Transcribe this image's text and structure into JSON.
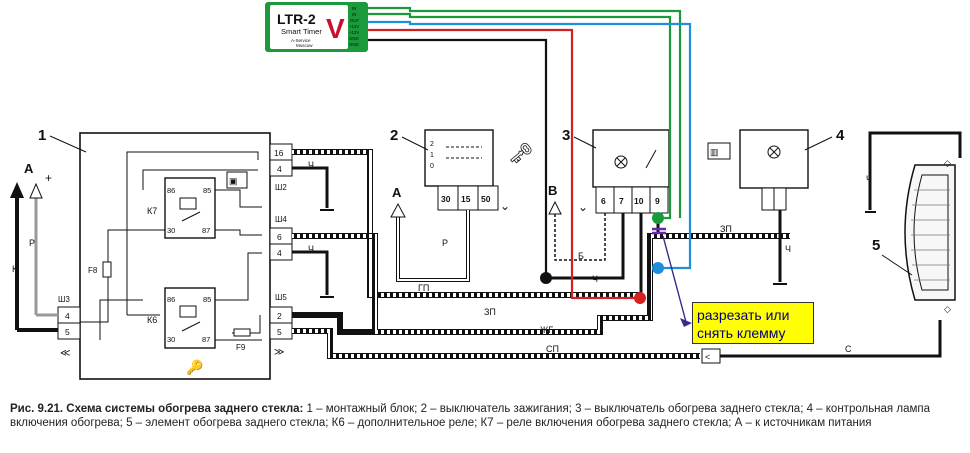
{
  "device": {
    "model": "LTR-2",
    "subtitle": "Smart Timer",
    "maker_line1": "A-Service",
    "maker_line2": "Moscow",
    "logo_letter": "V",
    "pins": [
      "IN",
      "IN",
      "OUT",
      "+12V",
      "+12V",
      "GND",
      "GND"
    ],
    "colors": {
      "body": "#1a9a3a",
      "logo": "#c8102e"
    }
  },
  "components": {
    "n1": "1",
    "n2": "2",
    "n3": "3",
    "n4": "4",
    "n5": "5"
  },
  "relays": {
    "k7": "К7",
    "k6": "К6",
    "pins": {
      "p86": "86",
      "p85": "85",
      "p30": "30",
      "p87": "87"
    }
  },
  "fuses": {
    "f8": "F8",
    "f9": "F9"
  },
  "connectors": {
    "sh2": "Ш2",
    "sh3": "Ш3",
    "sh4": "Ш4",
    "sh5": "Ш5",
    "pin16": "16",
    "pin4a": "4",
    "pin6": "6",
    "pin4b": "4",
    "pin2": "2",
    "pin5a": "5",
    "sh3_pin4": "4",
    "sh3_pin5": "5"
  },
  "switch_terminals": {
    "t30": "30",
    "t15": "15",
    "t50": "50",
    "s2": "2",
    "s1": "1",
    "s0": "0"
  },
  "heater_switch_terminals": {
    "t6": "6",
    "t7": "7",
    "t10": "10",
    "t9": "9"
  },
  "wire_labels": {
    "ch1": "Ч",
    "ch2": "Ч",
    "ch3": "Ч",
    "ch4": "Ч",
    "p1": "Р",
    "p2": "Р",
    "k": "К",
    "b": "Б",
    "gp": "ГП",
    "zp1": "ЗП",
    "zp2": "ЗП",
    "zhg": "ЖГ",
    "sp": "СП",
    "s": "С"
  },
  "markers": {
    "a_left": "А",
    "plus": "+",
    "a_mid": "А",
    "b_mid": "В"
  },
  "callout": {
    "line1": "разрезать или",
    "line2": "снять клемму"
  },
  "wire_colors": {
    "black": "#111111",
    "red": "#d42020",
    "green": "#1a9a3a",
    "blue": "#1e8fd8",
    "purple": "#6a2aa8"
  },
  "caption": {
    "title": "Рис. 9.21. Схема системы обогрева заднего стекла:",
    "body": " 1 – монтажный блок; 2 – выключатель зажигания; 3 – выключатель обогрева заднего стекла; 4 – контрольная лампа включения обогрева; 5 – элемент обогрева заднего стекла; К6 – дополнительное реле; К7 – реле включения обогрева заднего стекла; А – к источникам питания"
  }
}
